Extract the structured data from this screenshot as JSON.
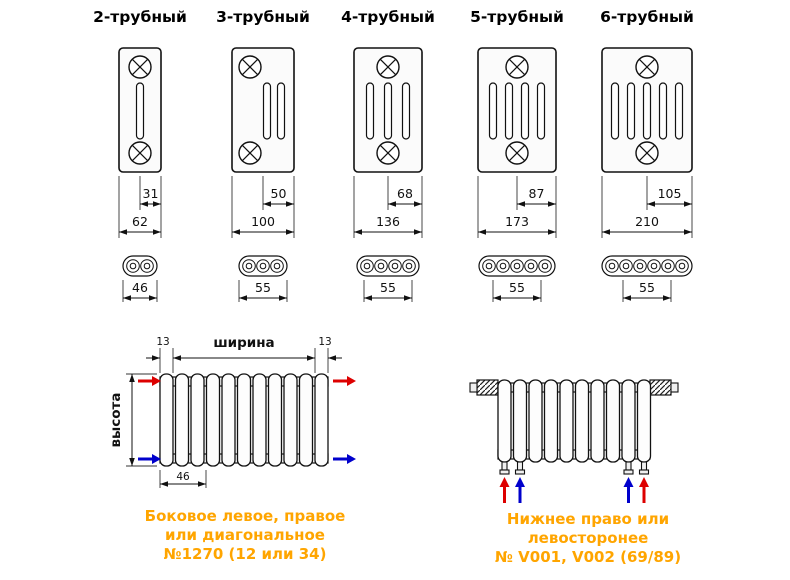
{
  "colors": {
    "line": "#111111",
    "supply_arrow": "#dd0000",
    "return_arrow": "#0000cc",
    "caption": "#ffa500",
    "body_fill": "#fbfbfb"
  },
  "columns": [
    {
      "label": "2-трубный",
      "tube_count": 2,
      "pitch_dim": "31",
      "depth_dim": "62",
      "section_width_dim": "46"
    },
    {
      "label": "3-трубный",
      "tube_count": 3,
      "pitch_dim": "50",
      "depth_dim": "100",
      "section_width_dim": "55"
    },
    {
      "label": "4-трубный",
      "tube_count": 4,
      "pitch_dim": "68",
      "depth_dim": "136",
      "section_width_dim": "55"
    },
    {
      "label": "5-трубный",
      "tube_count": 5,
      "pitch_dim": "87",
      "depth_dim": "173",
      "section_width_dim": "55"
    },
    {
      "label": "6-трубный",
      "tube_count": 6,
      "pitch_dim": "105",
      "depth_dim": "210",
      "section_width_dim": "55"
    }
  ],
  "side_connection_diagram": {
    "width_label": "ширина",
    "height_label": "высота",
    "left_margin_dim": "13",
    "right_margin_dim": "13",
    "section_pitch_dim": "46",
    "caption": [
      "Боковое левое, правое",
      "или диагональное",
      "№1270 (12 или 34)"
    ]
  },
  "bottom_connection_diagram": {
    "caption": [
      "Нижнее право или",
      "левосторонее",
      "№ V001, V002 (69/89)"
    ]
  }
}
